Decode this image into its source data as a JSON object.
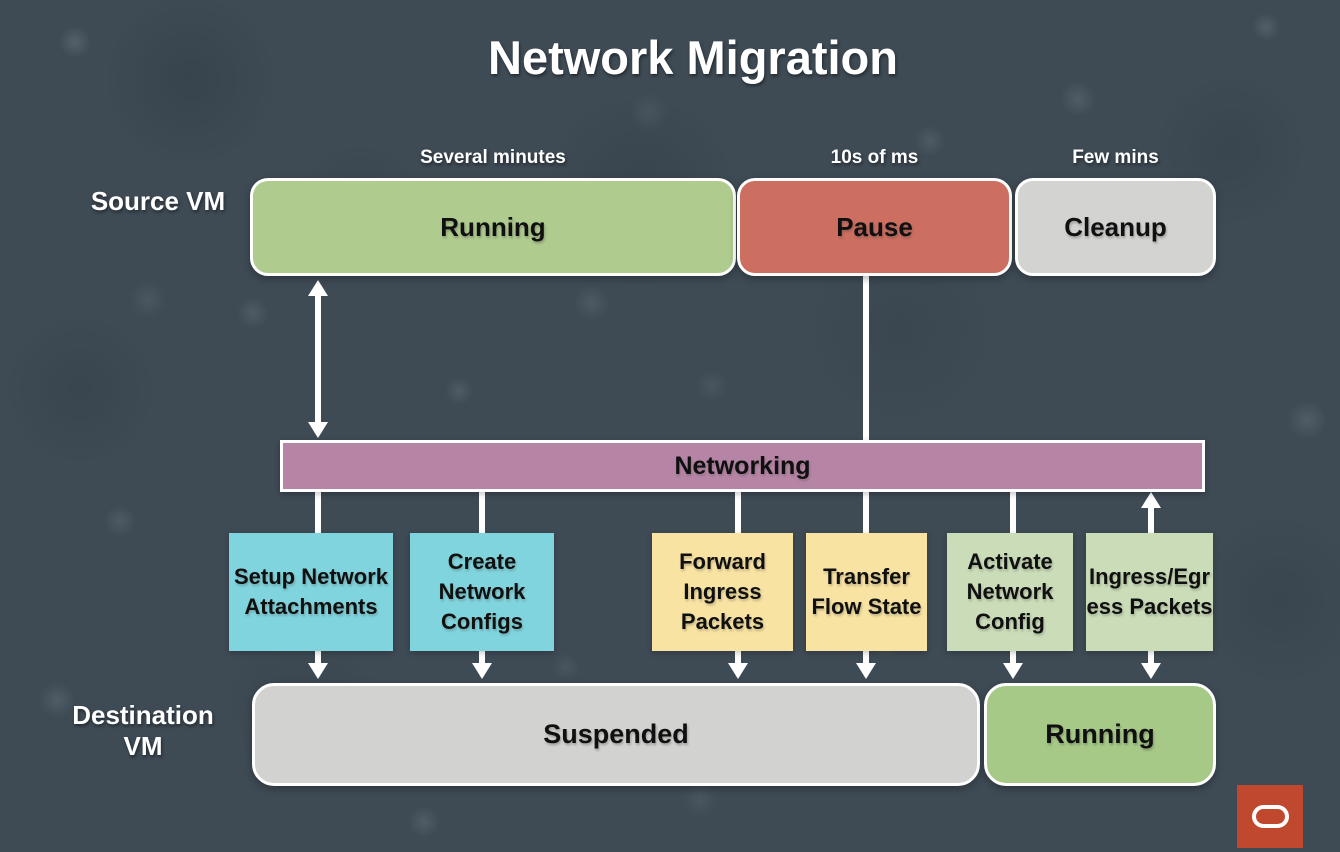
{
  "title": "Network Migration",
  "colors": {
    "background": "#3e4a54",
    "arrow": "#ffffff",
    "source_running": "#afcb8e",
    "pause": "#cc6e60",
    "cleanup": "#d3d3d1",
    "networking": "#b685a6",
    "task_cyan": "#80d4dd",
    "task_yellow": "#f9e3a2",
    "task_green": "#cadcb8",
    "suspended": "#d2d2d0",
    "destination_running": "#a6c987",
    "oracle_red": "#c0482f"
  },
  "source_row": {
    "label": "Source VM",
    "phases": [
      {
        "duration": "Several minutes",
        "state": "Running"
      },
      {
        "duration": "10s of ms",
        "state": "Pause"
      },
      {
        "duration": "Few mins",
        "state": "Cleanup"
      }
    ]
  },
  "networking_bar": {
    "label": "Networking"
  },
  "tasks": [
    {
      "label": "Setup Network Attachments"
    },
    {
      "label": "Create Network Configs"
    },
    {
      "label": "Forward Ingress Packets"
    },
    {
      "label": "Transfer Flow State"
    },
    {
      "label": "Activate Network Config"
    },
    {
      "label": "Ingress/Egress Packets"
    }
  ],
  "destination_row": {
    "label": "Destination VM",
    "states": [
      {
        "label": "Suspended"
      },
      {
        "label": "Running"
      }
    ]
  },
  "branding": {
    "logo": "oracle-logo"
  }
}
